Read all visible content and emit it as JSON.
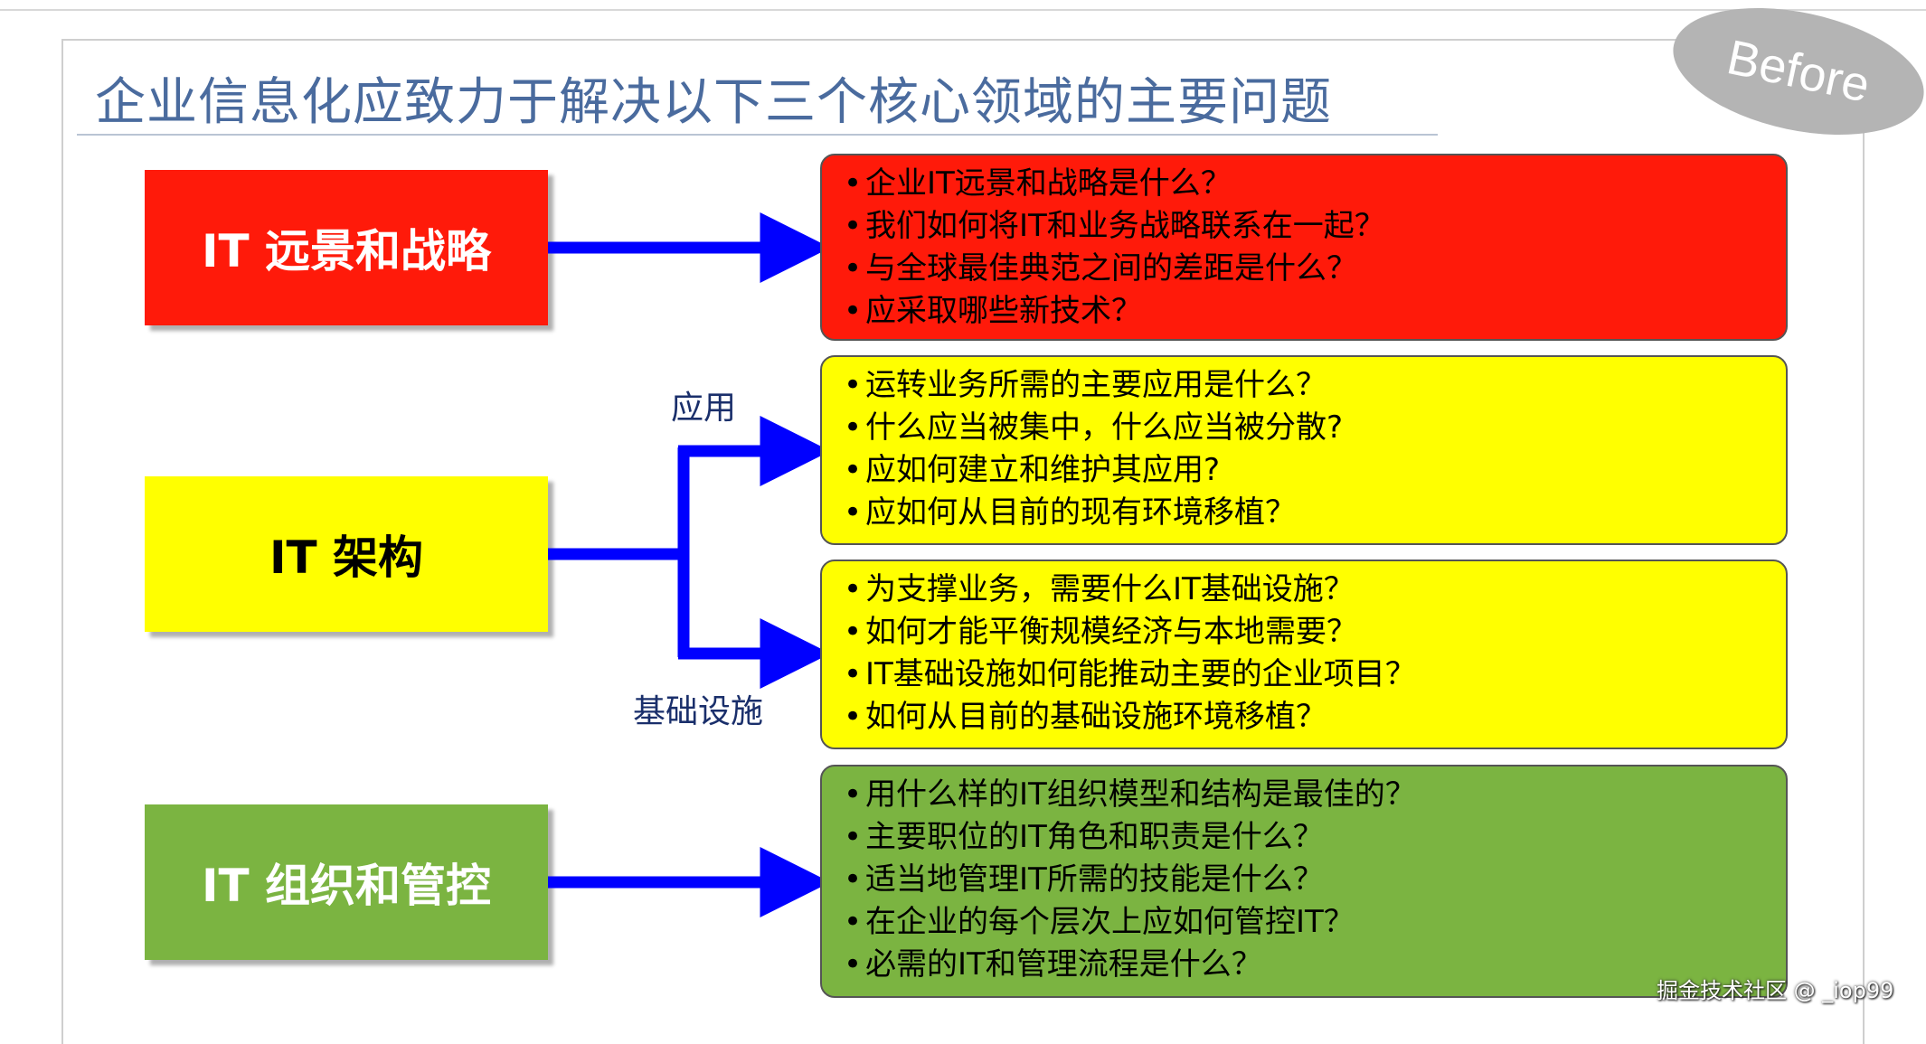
{
  "title": "企业信息化应致力于解决以下三个核心领域的主要问题",
  "badge": "Before",
  "areas": {
    "vision": "IT 远景和战略",
    "architecture": "IT 架构",
    "organization": "IT 组织和管控"
  },
  "branch_labels": {
    "application": "应用",
    "infrastructure": "基础设施"
  },
  "questions": {
    "vision": [
      "企业IT远景和战略是什么？",
      "我们如何将IT和业务战略联系在一起？",
      "与全球最佳典范之间的差距是什么？",
      "应采取哪些新技术？"
    ],
    "application": [
      "运转业务所需的主要应用是什么？",
      "什么应当被集中，什么应当被分散?",
      "应如何建立和维护其应用?",
      "应如何从目前的现有环境移植？"
    ],
    "infrastructure": [
      "为支撑业务，需要什么IT基础设施？",
      "如何才能平衡规模经济与本地需要？",
      "IT基础设施如何能推动主要的企业项目？",
      "如何从目前的基础设施环境移植？"
    ],
    "organization": [
      "用什么样的IT组织模型和结构是最佳的？",
      "主要职位的IT角色和职责是什么？",
      "适当地管理IT所需的技能是什么？",
      "在企业的每个层次上应如何管控IT？",
      "必需的IT和管理流程是什么？"
    ]
  },
  "bullet": "•",
  "watermark": "掘金技术社区 @ _iop99",
  "colors": {
    "red": "#ff1a0a",
    "yellow": "#ffff00",
    "green": "#7bb441",
    "arrow": "#0000ff",
    "title": "#4a6b9e"
  }
}
